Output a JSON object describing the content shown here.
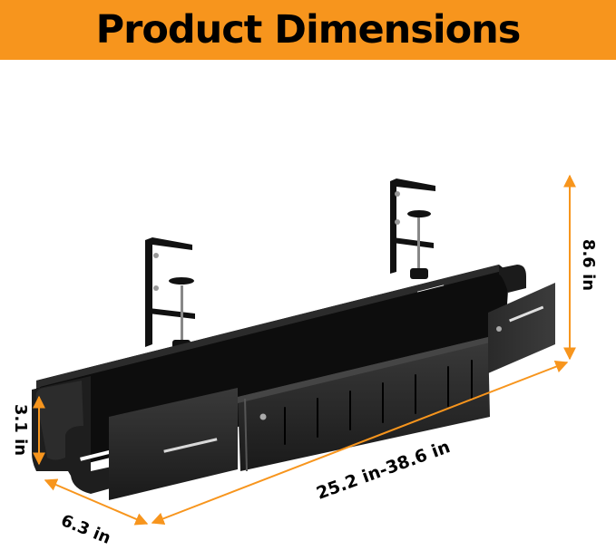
{
  "banner": {
    "title": "Product Dimensions",
    "background_color": "#f7951d",
    "text_color": "#000000"
  },
  "product": {
    "name": "under-desk cable management tray",
    "color": "#1c1c1c"
  },
  "dimensions": {
    "height": "8.6 in",
    "depth": "3.1 in",
    "width": "6.3 in",
    "length": "25.2 in-38.6 in"
  },
  "arrow_color": "#f7951d"
}
